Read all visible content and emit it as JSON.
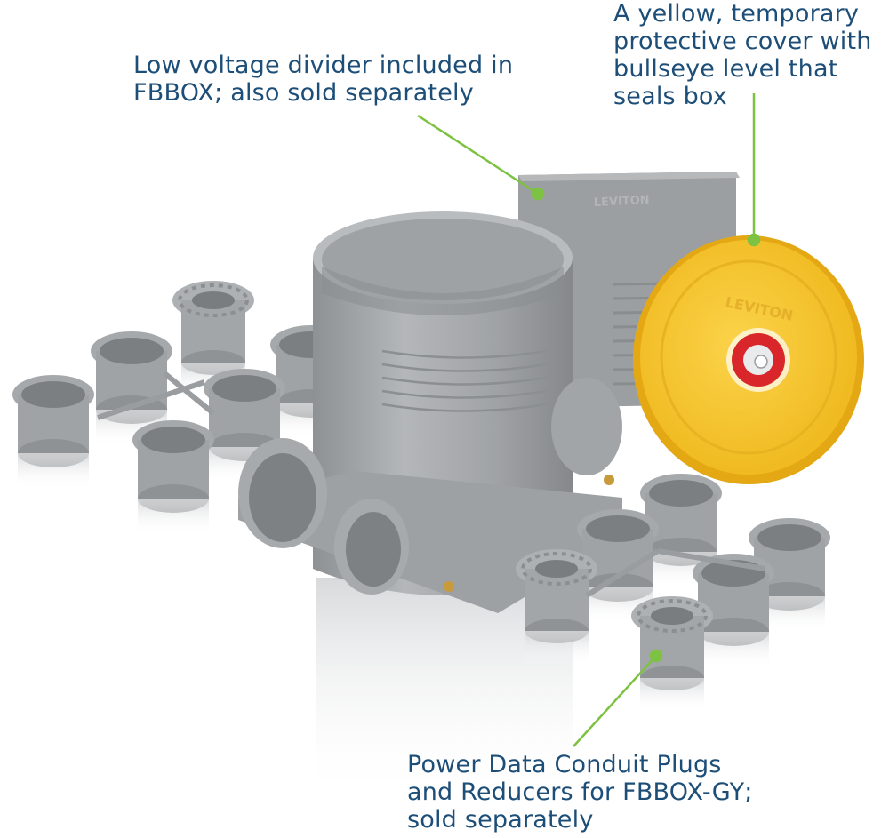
{
  "callouts": {
    "divider": [
      "Low voltage divider included in",
      "FBBOX; also sold separately"
    ],
    "cover": [
      "A yellow, temporary",
      "protective cover with",
      "bullseye level that",
      "seals box"
    ],
    "plugs": [
      "Power Data Conduit Plugs",
      "and Reducers for FBBOX-GY;",
      "sold separately"
    ]
  },
  "embossed": {
    "divider_brand": "LEVITON",
    "cover_brand": "LEVITON"
  },
  "colors": {
    "text": "#1d4e78",
    "leader": "#7dc242",
    "box_gray": "#a3a6a8",
    "cover_yellow": "#f7c62e",
    "level_red": "#d9262b"
  }
}
